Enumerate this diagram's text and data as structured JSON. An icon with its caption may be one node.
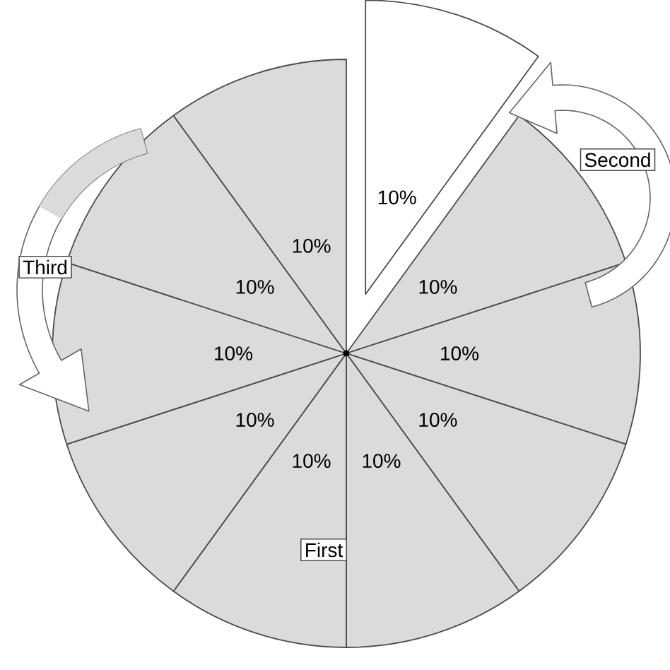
{
  "diagram": {
    "nodes": [
      {
        "text": [
          "First"
        ]
      },
      {
        "text": [
          "Second"
        ]
      },
      {
        "text": [
          "Third"
        ]
      }
    ],
    "labels": [
      "10%",
      "10%",
      "10%",
      "10%",
      "10%",
      "10%",
      "10%",
      "10%",
      "10%",
      "10%"
    ]
  }
}
